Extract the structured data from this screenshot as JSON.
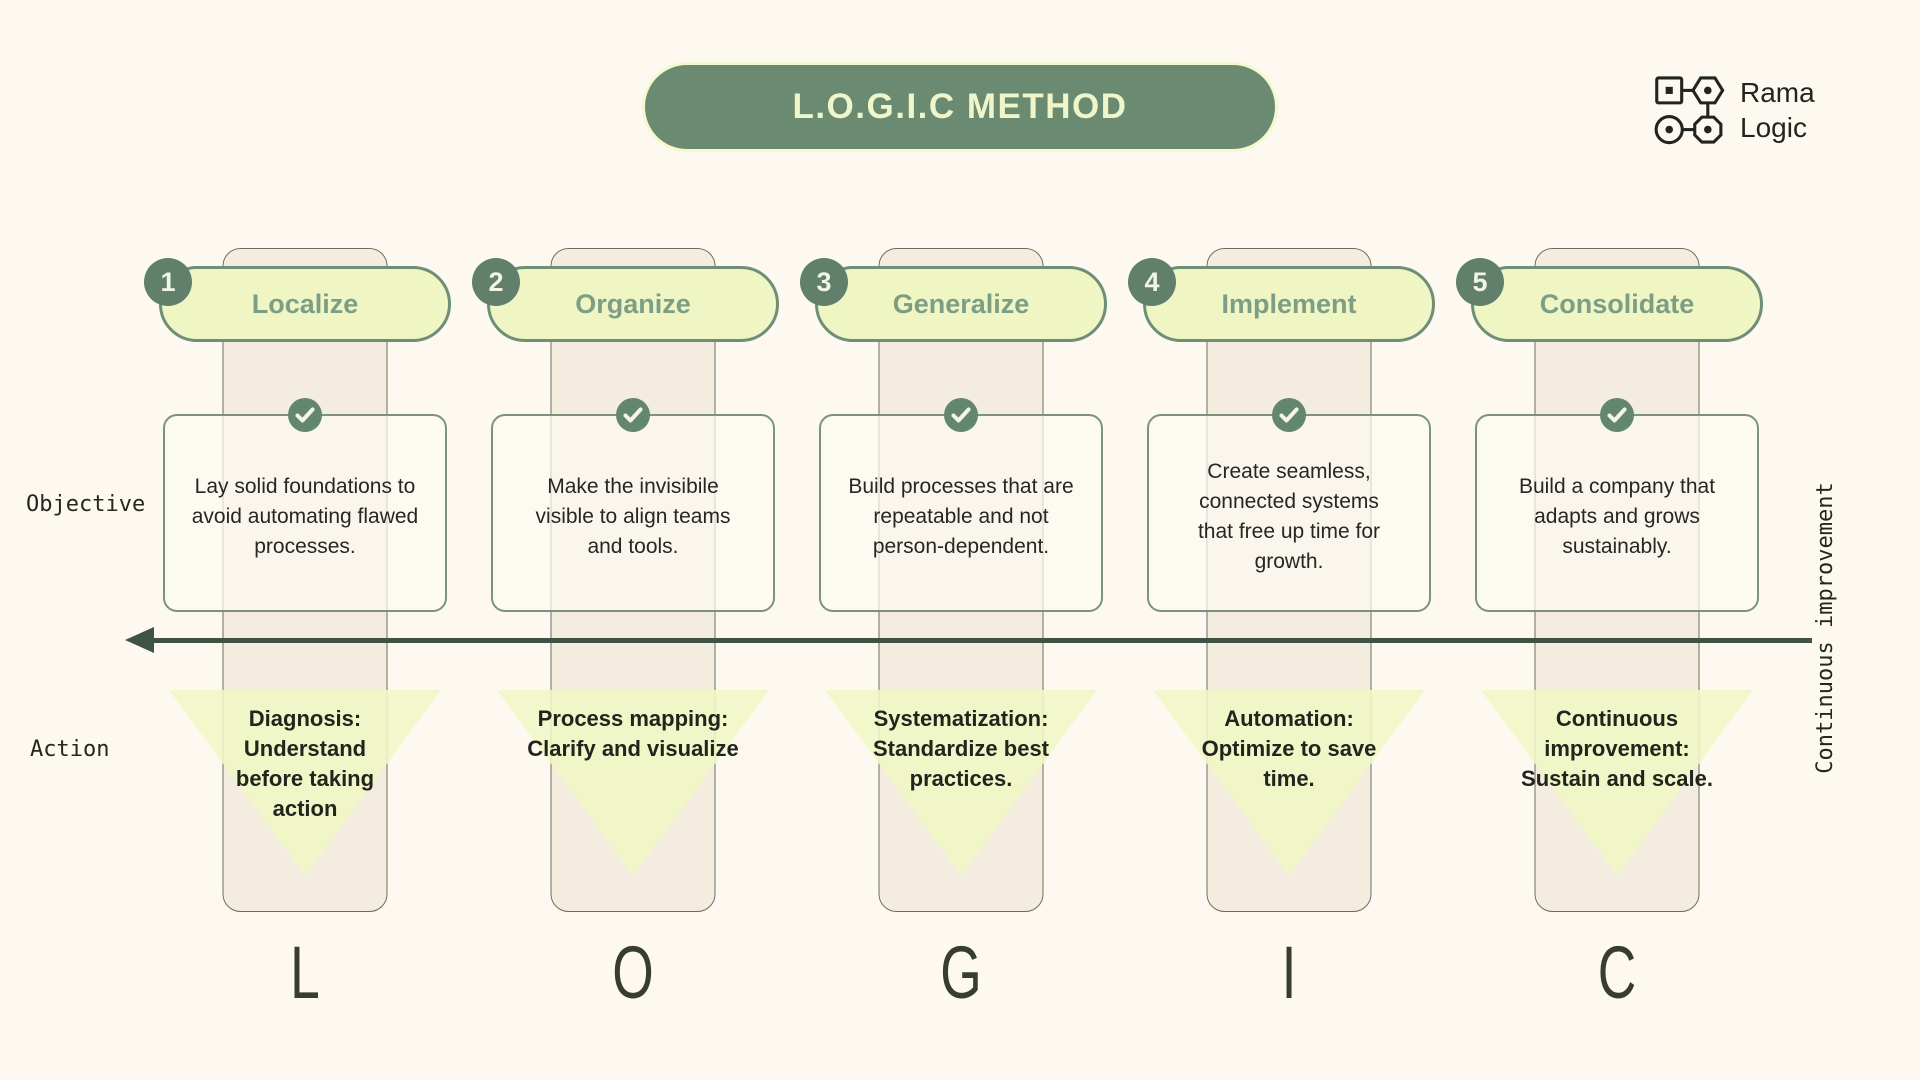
{
  "title": "L.O.G.I.C METHOD",
  "brand": {
    "name_line1": "Rama",
    "name_line2": "Logic"
  },
  "row_labels": {
    "objective": "Objective",
    "action": "Action"
  },
  "right_axis_label": "Continuous improvement",
  "icons": {
    "objective_check": "check-icon",
    "brand_mark": "nodes-graph-icon"
  },
  "colors": {
    "background": "#FDF9F0",
    "accent_green": "#6B8A72",
    "pill_yellow_green": "#EFF6C4",
    "pill_text_green": "#7D9E84",
    "strip_beige": "#F3ECDF",
    "triangle_yellow": "#F0F7C5",
    "arrow_dark_green": "#3F5246",
    "text_dark": "#23271E"
  },
  "columns": [
    {
      "number": "1",
      "name": "Localize",
      "letter": "L",
      "objective": "Lay solid foundations to\navoid automating flawed\nprocesses.",
      "action": "Diagnosis:\nUnderstand\nbefore taking\naction"
    },
    {
      "number": "2",
      "name": "Organize",
      "letter": "O",
      "objective": "Make the invisibile\nvisible to align teams\nand tools.",
      "action": "Process mapping:\nClarify and visualize"
    },
    {
      "number": "3",
      "name": "Generalize",
      "letter": "G",
      "objective": "Build processes that are\nrepeatable and not\nperson-dependent.",
      "action": "Systematization:\nStandardize best\npractices."
    },
    {
      "number": "4",
      "name": "Implement",
      "letter": "I",
      "objective": "Create seamless,\nconnected systems\nthat free up time for\ngrowth.",
      "action": "Automation:\nOptimize to save\ntime."
    },
    {
      "number": "5",
      "name": "Consolidate",
      "letter": "C",
      "objective": "Build a company that\nadapts and grows\nsustainably.",
      "action": "Continuous\nimprovement:\nSustain and scale."
    }
  ]
}
